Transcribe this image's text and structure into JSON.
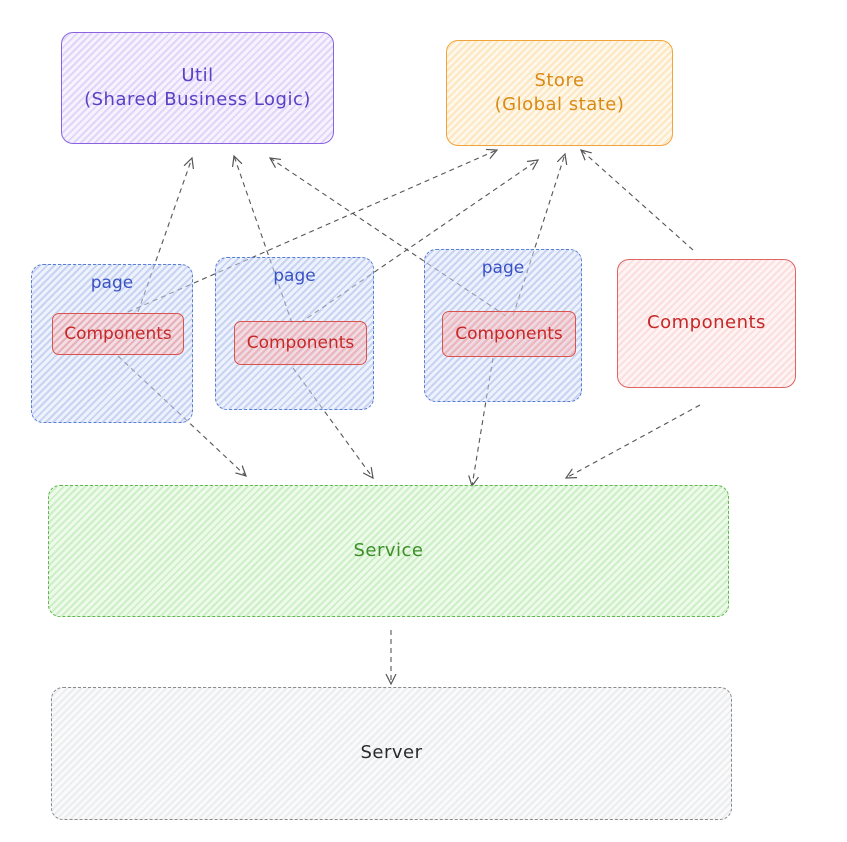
{
  "util": {
    "label": "Util\n(Shared Business Logic)"
  },
  "store": {
    "label": "Store\n(Global state)"
  },
  "pages": [
    {
      "label": "page",
      "component_label": "Components"
    },
    {
      "label": "page",
      "component_label": "Components"
    },
    {
      "label": "page",
      "component_label": "Components"
    }
  ],
  "standalone_component": {
    "label": "Components"
  },
  "service": {
    "label": "Service"
  },
  "server": {
    "label": "Server"
  },
  "colors": {
    "util": "#8a63e0",
    "store": "#f0a43a",
    "page": "#5c7fd6",
    "components": "#d9534f",
    "service": "#64b450",
    "server": "#8a8a8a",
    "arrow": "#555555"
  }
}
